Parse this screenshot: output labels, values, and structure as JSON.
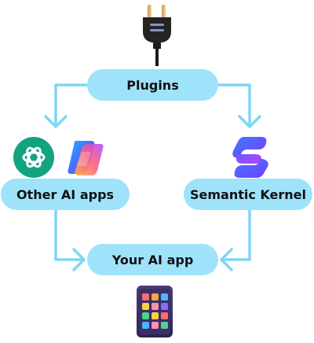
{
  "nodes": {
    "plugins": "Plugins",
    "other_ai_apps": "Other AI apps",
    "semantic_kernel": "Semantic Kernel",
    "your_ai_app": "Your AI app"
  },
  "icons": {
    "top": "power-plug-icon",
    "left_1": "chatgpt-logo-icon",
    "left_2": "copilot-logo-icon",
    "right": "semantic-kernel-logo-icon",
    "bottom": "app-tablet-icon"
  },
  "colors": {
    "pill": "#9fe3fb",
    "arrow": "#7fd5f6"
  }
}
